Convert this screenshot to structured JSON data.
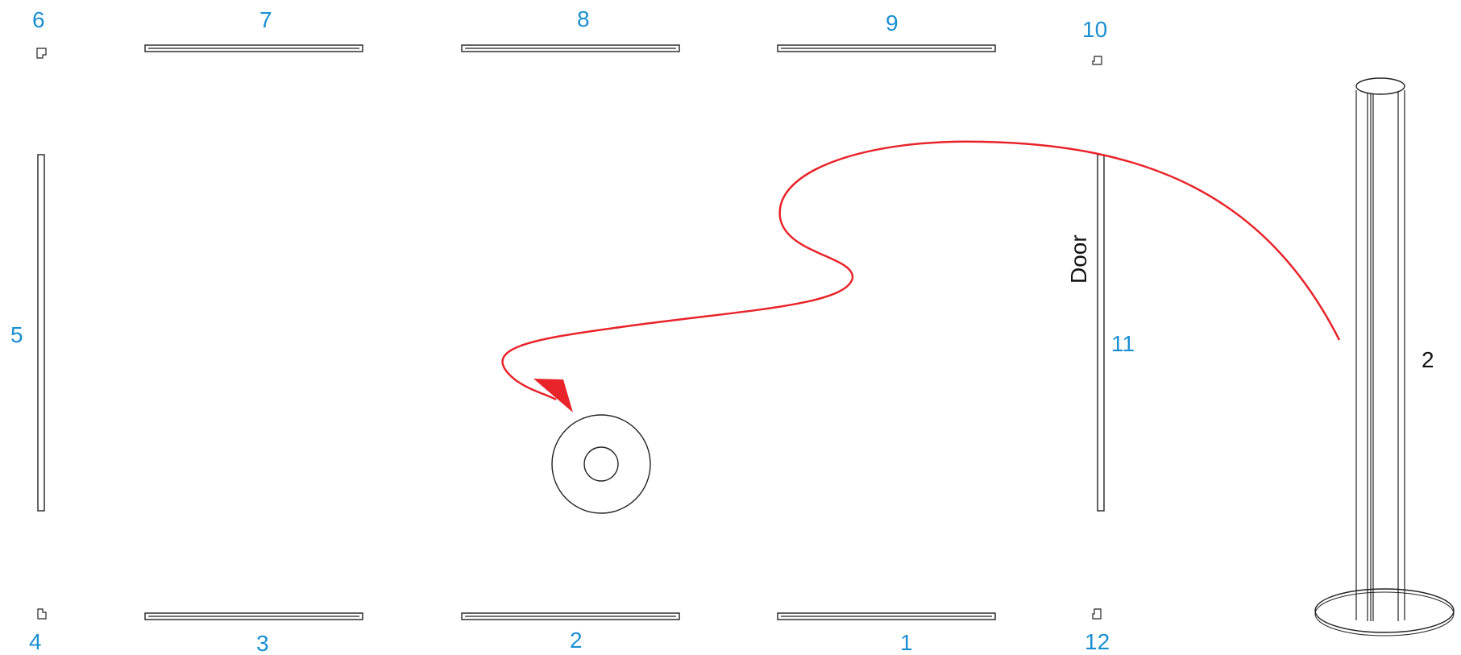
{
  "labels": {
    "n1": "1",
    "n2": "2",
    "n3": "3",
    "n4": "4",
    "n5": "5",
    "n6": "6",
    "n7": "7",
    "n8": "8",
    "n9": "9",
    "n10": "10",
    "n11": "11",
    "n12": "12",
    "pole": "2",
    "door": "Door"
  },
  "colors": {
    "number_blue": "#1a8fd1",
    "path_red": "#e8232a",
    "line_dark": "#222222"
  }
}
